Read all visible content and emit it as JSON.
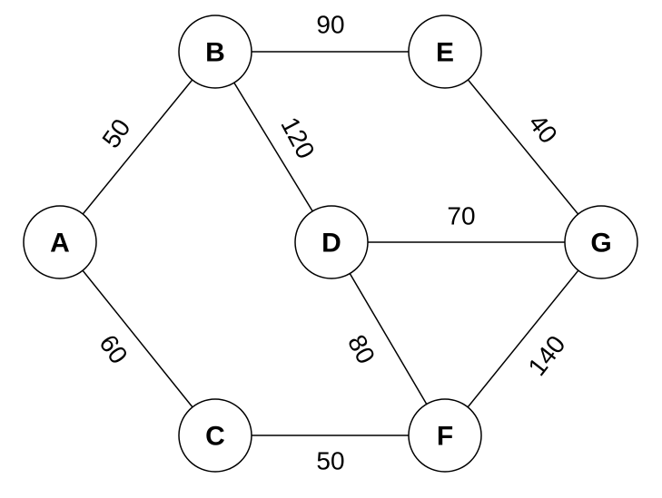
{
  "graph": {
    "nodes": [
      {
        "id": "A",
        "label": "A"
      },
      {
        "id": "B",
        "label": "B"
      },
      {
        "id": "C",
        "label": "C"
      },
      {
        "id": "D",
        "label": "D"
      },
      {
        "id": "E",
        "label": "E"
      },
      {
        "id": "F",
        "label": "F"
      },
      {
        "id": "G",
        "label": "G"
      }
    ],
    "edges": [
      {
        "from": "A",
        "to": "B",
        "weight": "50"
      },
      {
        "from": "A",
        "to": "C",
        "weight": "60"
      },
      {
        "from": "B",
        "to": "E",
        "weight": "90"
      },
      {
        "from": "B",
        "to": "D",
        "weight": "120"
      },
      {
        "from": "E",
        "to": "G",
        "weight": "40"
      },
      {
        "from": "D",
        "to": "G",
        "weight": "70"
      },
      {
        "from": "D",
        "to": "F",
        "weight": "80"
      },
      {
        "from": "C",
        "to": "F",
        "weight": "50"
      },
      {
        "from": "F",
        "to": "G",
        "weight": "140"
      }
    ]
  }
}
